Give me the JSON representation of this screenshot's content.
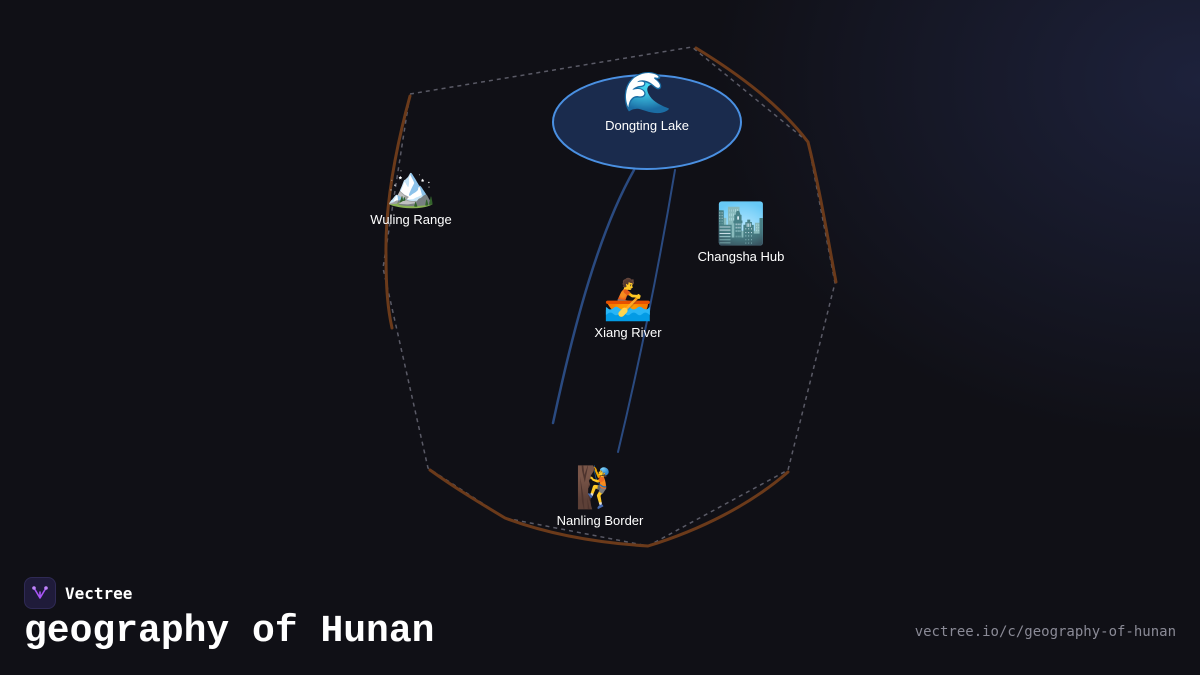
{
  "brand": {
    "name": "Vectree",
    "logo_icon": "vectree-logo-icon"
  },
  "title": "geography of Hunan",
  "url": "vectree.io/c/geography-of-hunan",
  "colors": {
    "background": "#101016",
    "boundary": "#6b3a1a",
    "dashed_outline": "#5a5a66",
    "lake_fill": "#1a2b4d",
    "lake_stroke": "#4a90e2",
    "river": "#2a4a80"
  },
  "nodes": [
    {
      "id": "dongting",
      "label": "Dongting Lake",
      "icon": "wave-icon",
      "glyph": "🌊",
      "highlighted": true
    },
    {
      "id": "wuling",
      "label": "Wuling Range",
      "icon": "snow-mountain-icon",
      "glyph": "🏔️"
    },
    {
      "id": "changsha",
      "label": "Changsha Hub",
      "icon": "cityscape-icon",
      "glyph": "🏙️"
    },
    {
      "id": "xiang",
      "label": "Xiang River",
      "icon": "rowboat-icon",
      "glyph": "🚣"
    },
    {
      "id": "nanling",
      "label": "Nanling Border",
      "icon": "climber-icon",
      "glyph": "🧗"
    }
  ]
}
